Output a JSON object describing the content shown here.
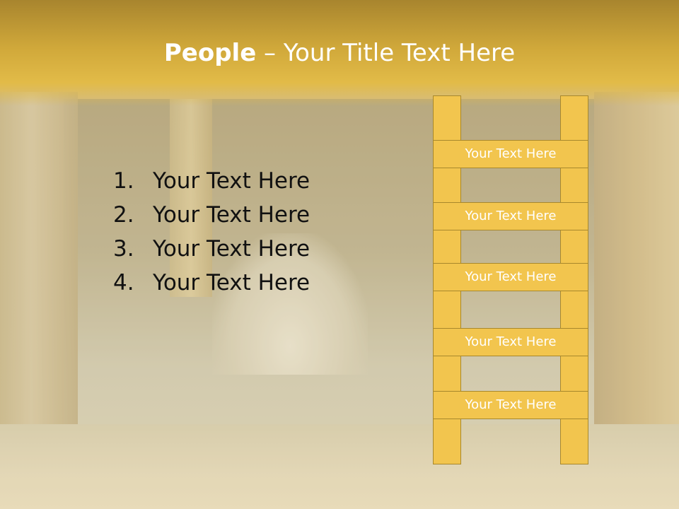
{
  "title": {
    "bold": "People",
    "rest": " – Your Title Text Here"
  },
  "list": [
    {
      "num": "1.",
      "text": "Your Text Here"
    },
    {
      "num": "2.",
      "text": "Your Text Here"
    },
    {
      "num": "3.",
      "text": "Your Text Here"
    },
    {
      "num": "4.",
      "text": "Your Text Here"
    }
  ],
  "ladder": {
    "rungs": [
      "Your Text Here",
      "Your Text Here",
      "Your Text Here",
      "Your Text Here",
      "Your Text Here"
    ]
  },
  "colors": {
    "title_band": "#d0a83a",
    "ladder_fill": "#f2c54e",
    "ladder_border": "#a8882c"
  }
}
